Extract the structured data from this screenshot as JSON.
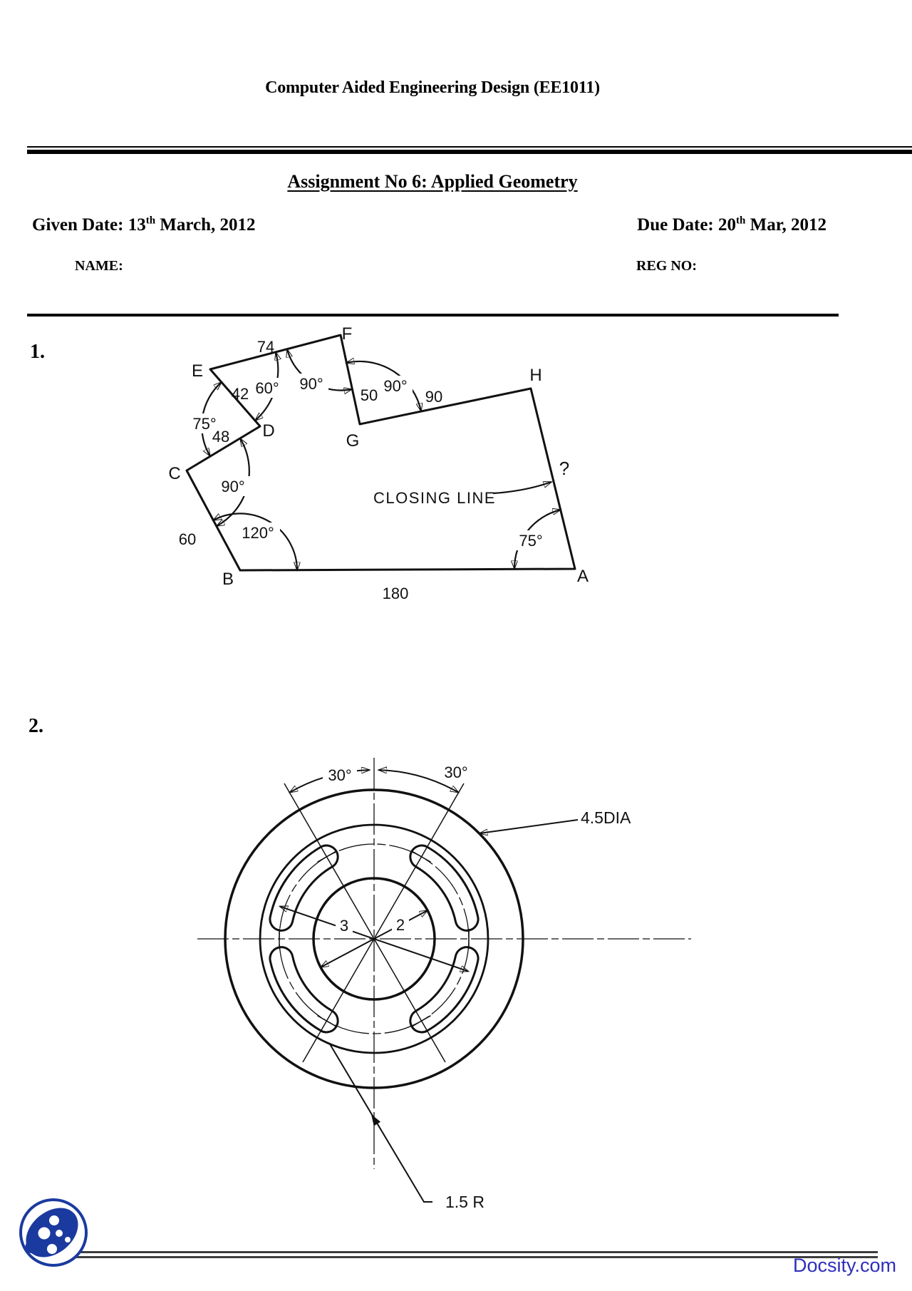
{
  "header": {
    "course_title": "Computer Aided Engineering Design (EE1011)",
    "assignment_title": "Assignment No 6: Applied Geometry",
    "given_date": {
      "prefix": "Given Date: 13",
      "sup": "th",
      "suffix": " March, 2012"
    },
    "due_date": {
      "prefix": "Due Date: 20",
      "sup": "th",
      "suffix": " Mar, 2012"
    },
    "name_label": "NAME:",
    "reg_no_label": "REG NO:"
  },
  "questions": {
    "q1": "1.",
    "q2": "2."
  },
  "figure1": {
    "vertices": {
      "a": "A",
      "b": "B",
      "c": "C",
      "d": "D",
      "e": "E",
      "f": "F",
      "g": "G",
      "h": "H"
    },
    "lengths": {
      "ef": "74",
      "fg": "50",
      "gh": "90",
      "ab": "180",
      "bc": "60",
      "cd": "48",
      "de": "42"
    },
    "angles": {
      "e": "60°",
      "f": "90°",
      "g": "90°",
      "d": "75°",
      "c": "90°",
      "b": "120°",
      "a": "75°"
    },
    "unknown_angle": "?",
    "closing_line_label": "CLOSING LINE"
  },
  "figure2": {
    "angle_left": "30°",
    "angle_right": "30°",
    "outer_diameter": "4.5DIA",
    "bolt_circle_diameter": "3",
    "bore_diameter": "2",
    "slot_radius": "1.5 R"
  },
  "footer": {
    "brand": "Docsity.com"
  }
}
